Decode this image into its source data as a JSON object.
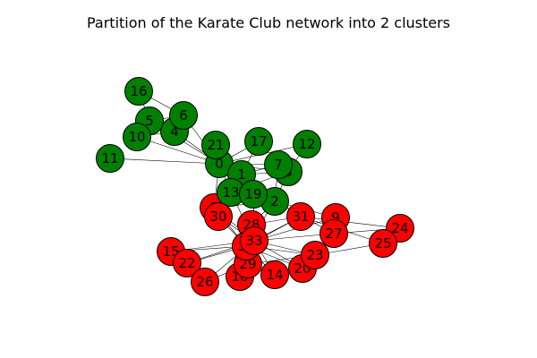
{
  "title": "Partition of the Karate Club network into 2 clusters",
  "colors": {
    "cluster_0": "#008000",
    "cluster_1": "#ff0000",
    "edge": "#000000"
  },
  "graph": {
    "nodes": [
      {
        "id": 0,
        "label": "0",
        "cluster": 0
      },
      {
        "id": 1,
        "label": "1",
        "cluster": 0
      },
      {
        "id": 2,
        "label": "2",
        "cluster": 0
      },
      {
        "id": 3,
        "label": "3",
        "cluster": 0
      },
      {
        "id": 4,
        "label": "4",
        "cluster": 0
      },
      {
        "id": 5,
        "label": "5",
        "cluster": 0
      },
      {
        "id": 6,
        "label": "6",
        "cluster": 0
      },
      {
        "id": 7,
        "label": "7",
        "cluster": 0
      },
      {
        "id": 8,
        "label": "8",
        "cluster": 1
      },
      {
        "id": 9,
        "label": "9",
        "cluster": 1
      },
      {
        "id": 10,
        "label": "10",
        "cluster": 0
      },
      {
        "id": 11,
        "label": "11",
        "cluster": 0
      },
      {
        "id": 12,
        "label": "12",
        "cluster": 0
      },
      {
        "id": 13,
        "label": "13",
        "cluster": 0
      },
      {
        "id": 14,
        "label": "14",
        "cluster": 1
      },
      {
        "id": 15,
        "label": "15",
        "cluster": 1
      },
      {
        "id": 16,
        "label": "16",
        "cluster": 0
      },
      {
        "id": 17,
        "label": "17",
        "cluster": 0
      },
      {
        "id": 18,
        "label": "18",
        "cluster": 1
      },
      {
        "id": 19,
        "label": "19",
        "cluster": 0
      },
      {
        "id": 20,
        "label": "20",
        "cluster": 1
      },
      {
        "id": 21,
        "label": "21",
        "cluster": 0
      },
      {
        "id": 22,
        "label": "22",
        "cluster": 1
      },
      {
        "id": 23,
        "label": "23",
        "cluster": 1
      },
      {
        "id": 24,
        "label": "24",
        "cluster": 1
      },
      {
        "id": 25,
        "label": "25",
        "cluster": 1
      },
      {
        "id": 26,
        "label": "26",
        "cluster": 1
      },
      {
        "id": 27,
        "label": "27",
        "cluster": 1
      },
      {
        "id": 28,
        "label": "28",
        "cluster": 1
      },
      {
        "id": 29,
        "label": "29",
        "cluster": 1
      },
      {
        "id": 30,
        "label": "30",
        "cluster": 1
      },
      {
        "id": 31,
        "label": "31",
        "cluster": 1
      },
      {
        "id": 32,
        "label": "32",
        "cluster": 1
      },
      {
        "id": 33,
        "label": "33",
        "cluster": 1
      }
    ],
    "edges": [
      [
        0,
        1
      ],
      [
        0,
        2
      ],
      [
        0,
        3
      ],
      [
        0,
        4
      ],
      [
        0,
        5
      ],
      [
        0,
        6
      ],
      [
        0,
        7
      ],
      [
        0,
        8
      ],
      [
        0,
        10
      ],
      [
        0,
        11
      ],
      [
        0,
        12
      ],
      [
        0,
        13
      ],
      [
        0,
        17
      ],
      [
        0,
        19
      ],
      [
        0,
        21
      ],
      [
        0,
        31
      ],
      [
        1,
        2
      ],
      [
        1,
        3
      ],
      [
        1,
        7
      ],
      [
        1,
        13
      ],
      [
        1,
        17
      ],
      [
        1,
        19
      ],
      [
        1,
        21
      ],
      [
        1,
        30
      ],
      [
        2,
        3
      ],
      [
        2,
        7
      ],
      [
        2,
        8
      ],
      [
        2,
        9
      ],
      [
        2,
        13
      ],
      [
        2,
        27
      ],
      [
        2,
        28
      ],
      [
        2,
        32
      ],
      [
        3,
        7
      ],
      [
        3,
        12
      ],
      [
        3,
        13
      ],
      [
        4,
        6
      ],
      [
        4,
        10
      ],
      [
        5,
        6
      ],
      [
        5,
        10
      ],
      [
        5,
        16
      ],
      [
        6,
        16
      ],
      [
        8,
        30
      ],
      [
        8,
        32
      ],
      [
        8,
        33
      ],
      [
        9,
        33
      ],
      [
        13,
        33
      ],
      [
        14,
        32
      ],
      [
        14,
        33
      ],
      [
        15,
        32
      ],
      [
        15,
        33
      ],
      [
        18,
        32
      ],
      [
        18,
        33
      ],
      [
        19,
        33
      ],
      [
        20,
        32
      ],
      [
        20,
        33
      ],
      [
        22,
        32
      ],
      [
        22,
        33
      ],
      [
        23,
        25
      ],
      [
        23,
        27
      ],
      [
        23,
        29
      ],
      [
        23,
        32
      ],
      [
        23,
        33
      ],
      [
        24,
        25
      ],
      [
        24,
        27
      ],
      [
        24,
        31
      ],
      [
        25,
        31
      ],
      [
        26,
        29
      ],
      [
        26,
        33
      ],
      [
        27,
        33
      ],
      [
        28,
        31
      ],
      [
        28,
        33
      ],
      [
        29,
        32
      ],
      [
        29,
        33
      ],
      [
        30,
        32
      ],
      [
        30,
        33
      ],
      [
        31,
        32
      ],
      [
        31,
        33
      ],
      [
        32,
        33
      ]
    ]
  }
}
